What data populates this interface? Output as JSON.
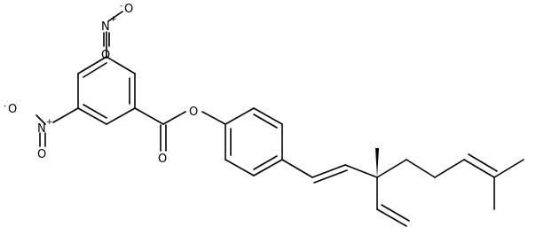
{
  "molecule": {
    "atom_labels": {
      "no2_top_n": "N",
      "no2_top_n_charge": "+",
      "no2_top_o_single": "O",
      "no2_top_o_single_charge": "-",
      "no2_top_o_double": "O",
      "no2_left_n": "N",
      "no2_left_n_charge": "+",
      "no2_left_o_single": "O",
      "no2_left_o_single_charge": "-",
      "no2_left_o_double": "O",
      "ester_o_single": "O",
      "ester_o_double": "O"
    }
  }
}
